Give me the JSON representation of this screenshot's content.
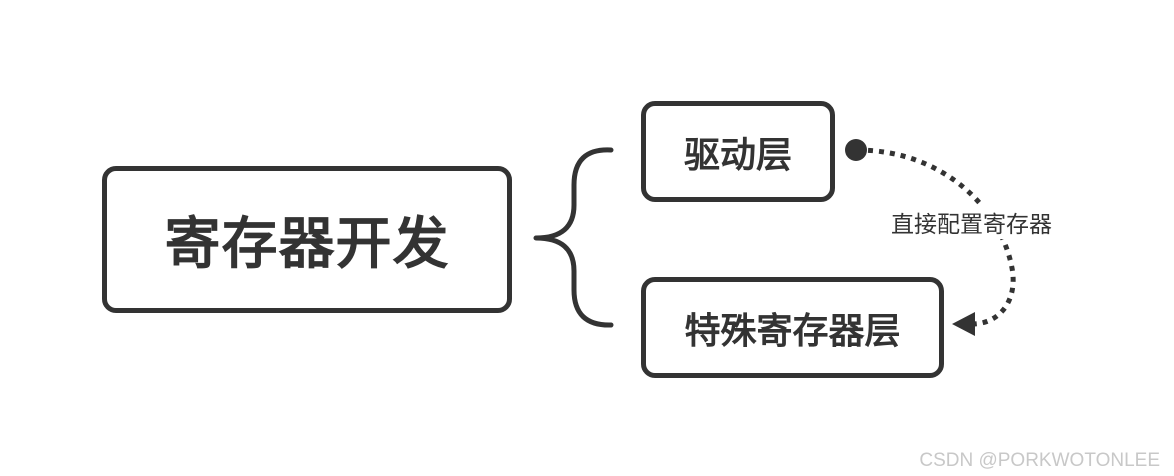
{
  "diagram": {
    "root_label": "寄存器开发",
    "children": [
      {
        "label": "驱动层"
      },
      {
        "label": "特殊寄存器层"
      }
    ],
    "edge": {
      "label": "直接配置寄存器",
      "from": "驱动层",
      "to": "特殊寄存器层",
      "style": "dotted",
      "color": "#333333"
    }
  },
  "watermark": "CSDN @PORKWOTONLEE"
}
